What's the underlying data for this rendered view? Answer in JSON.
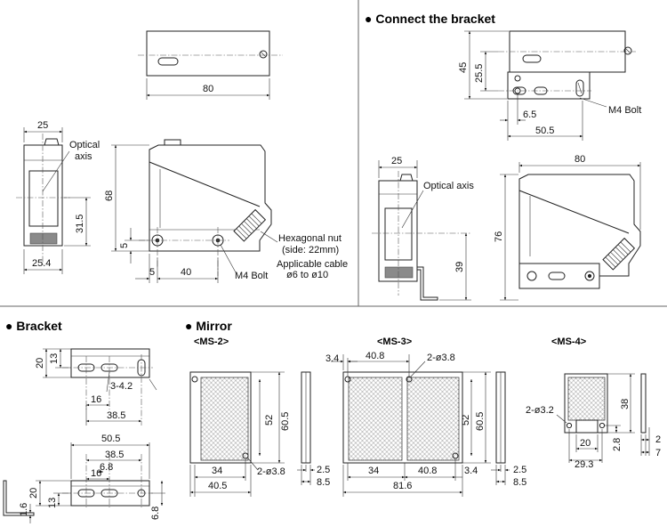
{
  "sections": {
    "connect_bracket": "● Connect the bracket",
    "bracket": "● Bracket",
    "mirror": "● Mirror"
  },
  "mirror_models": {
    "ms2": "<MS-2>",
    "ms3": "<MS-3>",
    "ms4": "<MS-4>"
  },
  "labels": {
    "optical_axis_1": "Optical",
    "optical_axis_2": "axis",
    "optical_axis_inline": "Optical axis",
    "hex_nut_1": "Hexagonal nut",
    "hex_nut_2": "(side: 22mm)",
    "cable_1": "Applicable cable",
    "cable_2": "ø6 to ø10",
    "m4_bolt_a": "M4 Bolt",
    "m4_bolt_b": "M4 Bolt"
  },
  "dims": {
    "top_80": "80",
    "front_25": "25",
    "front_31_5": "31.5",
    "front_25_4": "25.4",
    "side_68": "68",
    "side_5v": "5",
    "side_5h": "5",
    "side_40": "40",
    "cb_45": "45",
    "cb_25_5": "25.5",
    "cb_6_5": "6.5",
    "cb_50_5": "50.5",
    "cb_25": "25",
    "cb_39": "39",
    "cb_80": "80",
    "cb_76": "76",
    "br_20a": "20",
    "br_13a": "13",
    "br_3_4_2": "3-4.2",
    "br_16": "16",
    "br_38_5a": "38.5",
    "br_50_5": "50.5",
    "br_38_5b": "38.5",
    "br_6_8a": "6.8",
    "br_16b": "16",
    "br_20b": "20",
    "br_13b": "13",
    "br_1_6": "1.6",
    "br_6_8b": "6.8",
    "ms2_52": "52",
    "ms2_60_5": "60.5",
    "ms2_34": "34",
    "ms2_hole": "2-ø3.8",
    "ms2_40_5": "40.5",
    "ms2_2_5": "2.5",
    "ms2_8_5": "8.5",
    "ms3_3_4a": "3.4",
    "ms3_40_8a": "40.8",
    "ms3_hole": "2-ø3.8",
    "ms3_52": "52",
    "ms3_60_5": "60.5",
    "ms3_34": "34",
    "ms3_40_8b": "40.8",
    "ms3_3_4b": "3.4",
    "ms3_81_6": "81.6",
    "ms3_2_5": "2.5",
    "ms3_8_5": "8.5",
    "ms4_hole": "2-ø3.2",
    "ms4_38": "38",
    "ms4_2_8": "2.8",
    "ms4_20": "20",
    "ms4_29_3": "29.3",
    "ms4_2": "2",
    "ms4_7": "7"
  }
}
